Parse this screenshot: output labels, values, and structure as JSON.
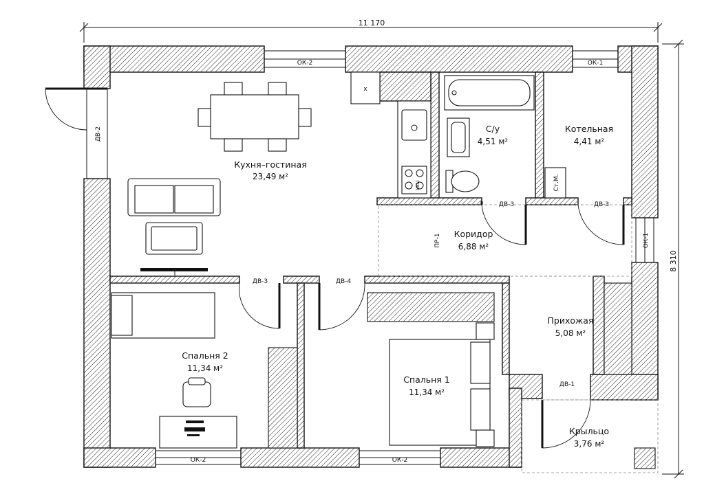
{
  "dimensions": {
    "width": "11 170",
    "height": "8 310"
  },
  "rooms": {
    "kitchen": {
      "name": "Кухня–гостиная",
      "area": "23,49 м²"
    },
    "bath": {
      "name": "С/у",
      "area": "4,51 м²"
    },
    "boiler": {
      "name": "Котельная",
      "area": "4,41 м²"
    },
    "corridor": {
      "name": "Коридор",
      "area": "6,88 м²"
    },
    "hall": {
      "name": "Прихожая",
      "area": "5,08 м²"
    },
    "bedroom2": {
      "name": "Спальня 2",
      "area": "11,34 м²"
    },
    "bedroom1": {
      "name": "Спальня 1",
      "area": "11,34 м²"
    },
    "porch": {
      "name": "Крыльцо",
      "area": "3,76 м²"
    }
  },
  "tags": {
    "ok2_top": "ОК-2",
    "ok1_top": "ОК-1",
    "ok1_right": "ОК-1",
    "ok2_bottom_left": "ОК-2",
    "ok2_bottom_mid": "ОК-2",
    "dv2": "ДВ-2",
    "dv3_bath": "ДВ-3",
    "dv3_boiler": "ДВ-3",
    "dv3_bed2": "ДВ-3",
    "dv4": "ДВ-4",
    "dv1": "ДВ-1",
    "pr1": "ПР-1",
    "stm": "Ст.М.",
    "pzk": "ПЗК",
    "x": "х"
  }
}
